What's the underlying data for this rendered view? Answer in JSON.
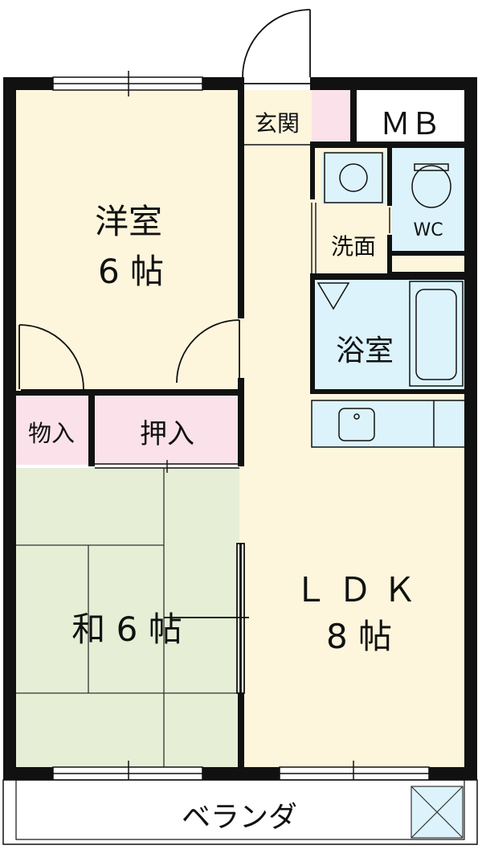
{
  "rooms": {
    "western_room": {
      "name": "洋室",
      "size": "6 帖"
    },
    "japanese_room": {
      "label": "和 6 帖"
    },
    "ldk": {
      "name": "Ｌ Ｄ Ｋ",
      "size": "8 帖"
    },
    "storage": "物入",
    "closet": "押入",
    "entrance": "玄関",
    "meter_box": "ＭＢ",
    "washroom": "洗面",
    "bathroom": "浴室",
    "toilet": "WC",
    "balcony": "ベランダ"
  },
  "colors": {
    "wall": "#111111",
    "floor_cream": "#fdf6dc",
    "tatami_green": "#e6eed6",
    "storage_pink": "#fbe2ea",
    "wet_area_blue": "#dcf3fb",
    "balcony_white": "#ffffff"
  }
}
